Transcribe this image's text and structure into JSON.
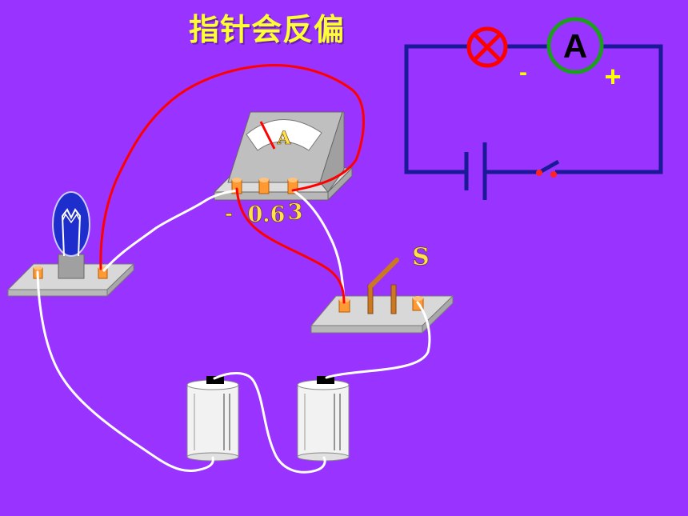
{
  "title": "指针会反偏",
  "schematic": {
    "meter_letter": "A",
    "minus_sign": "-",
    "plus_sign": "+"
  },
  "ammeter": {
    "face_letter": "A",
    "terminal_labels": [
      "-",
      "0.6",
      "3"
    ]
  },
  "switch": {
    "label": "S"
  },
  "colors": {
    "background": "#9933FF",
    "title": "#FFFF33",
    "schematic_wire": "#1A1A99",
    "lamp_symbol": "#FF0000",
    "ammeter_symbol": "#1E9E1E",
    "sign": "#FFFF00",
    "red_wire": "#FF0000",
    "white_wire": "#FFFFFF",
    "terminal": "#FF9933"
  }
}
